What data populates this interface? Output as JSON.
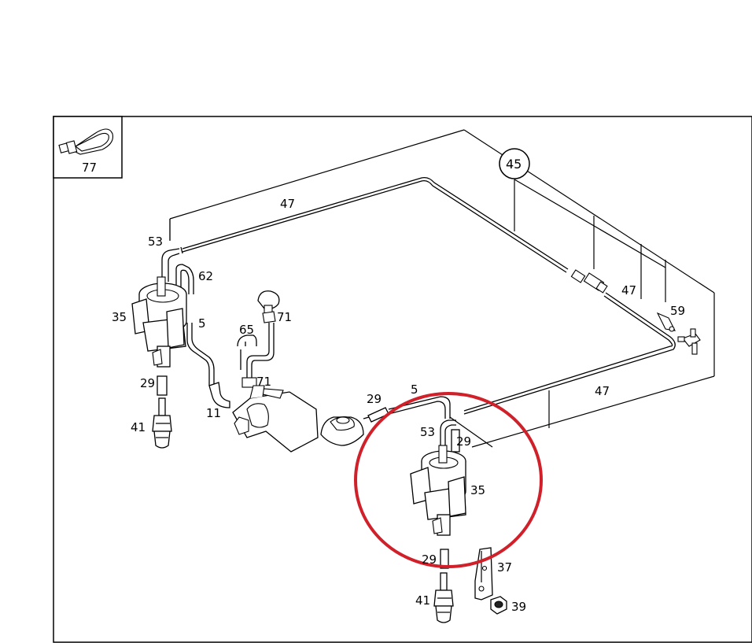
{
  "callout": {
    "number": "45"
  },
  "labels": {
    "l47a": "47",
    "l47b": "47",
    "l47c": "47",
    "l53a": "53",
    "l62": "62",
    "l35a": "35",
    "l5a": "5",
    "l29a": "29",
    "l41a": "41",
    "l11": "11",
    "l71a": "71",
    "l71b": "71",
    "l65": "65",
    "l59": "59",
    "l29b": "29",
    "l5b": "5",
    "l53b": "53",
    "l29c": "29",
    "l35b": "35",
    "l29d": "29",
    "l37": "37",
    "l41b": "41",
    "l39": "39"
  },
  "inset": {
    "number": "77"
  },
  "highlight": {
    "color": "#d0202a"
  }
}
